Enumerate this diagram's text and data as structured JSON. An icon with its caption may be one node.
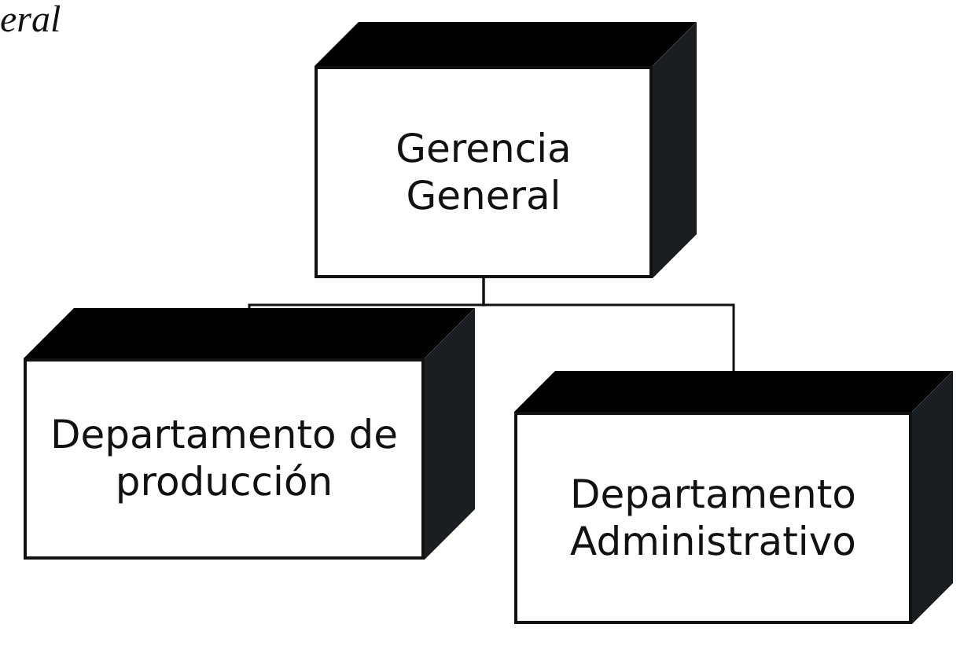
{
  "diagram": {
    "nodes": [
      {
        "text": [
          "Gerencia General"
        ]
      },
      {
        "text": [
          "Departamento de producción"
        ]
      },
      {
        "text": [
          "Departamento Administrativo"
        ]
      }
    ],
    "edges": [
      {
        "from": 0,
        "to": 1,
        "arrow": "none"
      },
      {
        "from": 0,
        "to": 2,
        "arrow": "none"
      }
    ],
    "labels": [
      "eral"
    ]
  }
}
